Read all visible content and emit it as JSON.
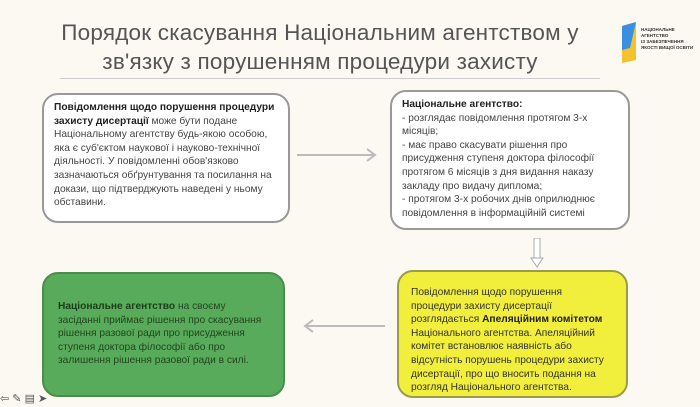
{
  "title_line1": "Порядок скасування Національним агентством у",
  "title_line2": "зв'язку з порушенням процедури захисту",
  "logo": {
    "lines": [
      "НАЦІОНАЛЬНЕ",
      "АГЕНТСТВО",
      "ІЗ ЗАБЕЗПЕЧЕННЯ",
      "ЯКОСТІ ВИЩОЇ ОСВІТИ"
    ],
    "colors": [
      "#3b8fe0",
      "#f2c230"
    ]
  },
  "box1": {
    "bold": "Повідомлення щодо порушення процедури захисту дисертації",
    "text": " може бути подане Національному агентству будь-якою особою, яка є суб'єктом наукової і науково-технічної діяльності. У повідомленні обов'язково зазначаються обґрунтування та посилання на докази, що підтверджують наведені у ньому обставини."
  },
  "box2": {
    "bold": "Національне агентство:",
    "items": [
      "- розглядає повідомлення протягом 3-х місяців;",
      "- має право скасувати рішення про присудження ступеня доктора філософії протягом 6 місяців з дня видання наказу закладу про видачу диплома;",
      "- протягом 3-х робочих днів оприлюднює повідомлення в інформаційній системі"
    ]
  },
  "box3": {
    "text1": "Повідомлення щодо порушення процедури захисту дисертації розглядається ",
    "bold": "Апеляційним комітетом",
    "text2": " Національного агентства. Апеляційний комітет встановлює наявність або відсутність порушень процедури захисту дисертації, про що вносить подання на розгляд Національного агентства."
  },
  "box4": {
    "bold": "Національне агентство",
    "text": " на своєму засіданні приймає рішення про скасування рішення разової ради про присудження ступеня доктора філософії або про залишення рішення разової ради в силі."
  },
  "colors": {
    "yellow": "#f2ee3c",
    "green": "#58ab5a"
  }
}
